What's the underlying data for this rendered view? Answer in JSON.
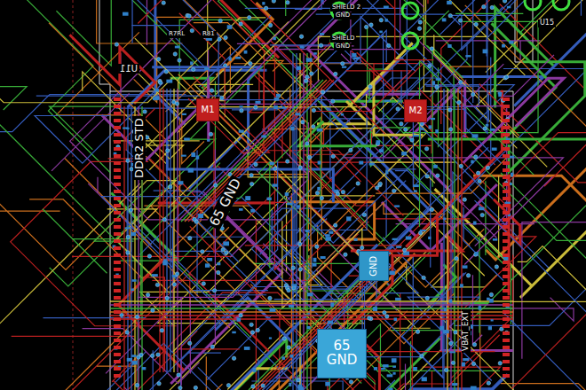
{
  "diagram": {
    "nodes": [
      {
        "text": [
          "M1"
        ]
      },
      {
        "text": [
          "M2"
        ]
      },
      {
        "text": [
          "GND"
        ]
      },
      {
        "text": [
          "65 GND"
        ]
      }
    ],
    "labels": [
      "DDR2 STD",
      "65 GND",
      "U11",
      "R7RL",
      "R81",
      "SHIELD 2",
      "GND",
      "SHIELD",
      "GND",
      "U15",
      "VBAT_EXT"
    ]
  }
}
